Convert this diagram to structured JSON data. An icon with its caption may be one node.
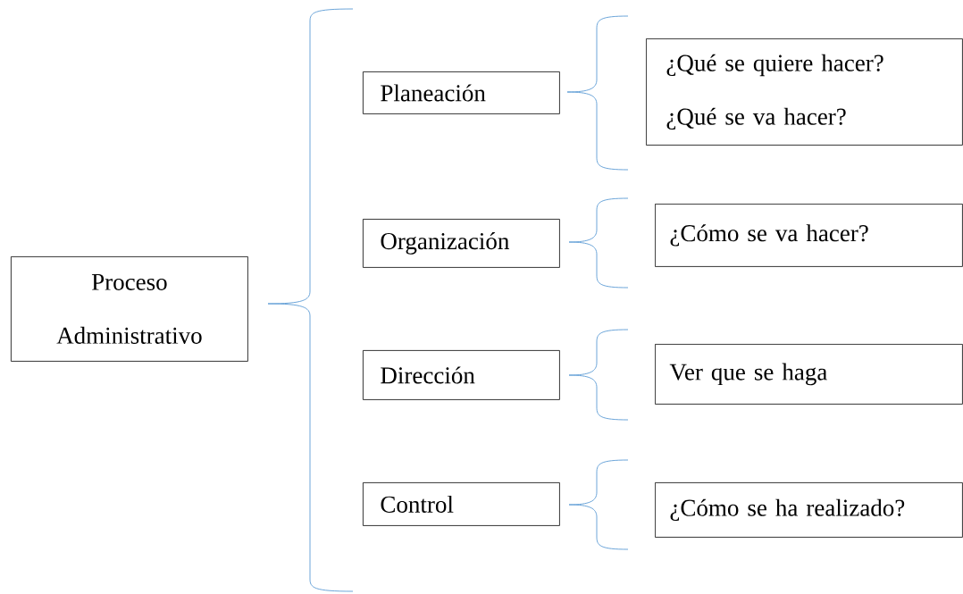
{
  "diagram": {
    "nodes": [
      {
        "text": [
          "Proceso Administrativo"
        ]
      },
      {
        "text": [
          "Planeación"
        ]
      },
      {
        "text": [
          "Organización"
        ]
      },
      {
        "text": [
          "Dirección"
        ]
      },
      {
        "text": [
          "Control"
        ]
      },
      {
        "text": [
          "¿Qué se quiere hacer?",
          "¿Qué se va hacer?"
        ]
      },
      {
        "text": [
          "¿Cómo se va hacer?"
        ]
      },
      {
        "text": [
          "Ver que se haga"
        ]
      },
      {
        "text": [
          "¿Cómo se ha realizado?"
        ]
      }
    ]
  }
}
